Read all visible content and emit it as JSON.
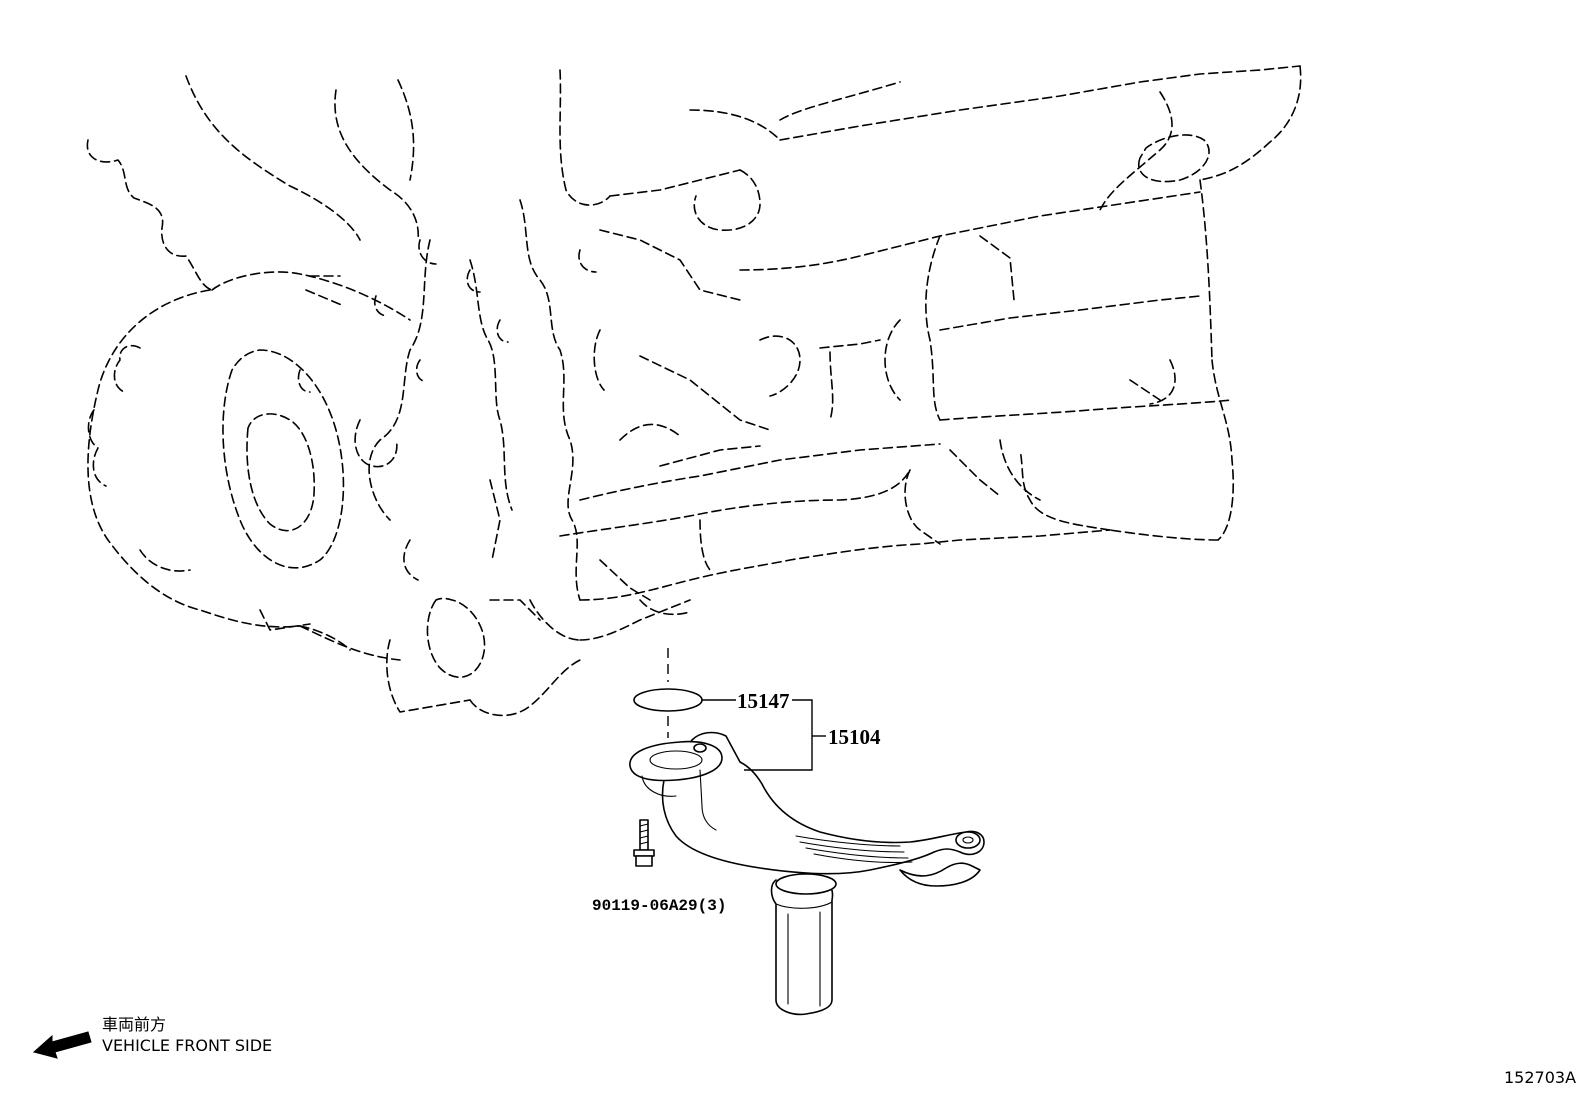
{
  "diagram": {
    "parts": [
      {
        "id": "oil-strainer-gasket",
        "number": "15147"
      },
      {
        "id": "oil-strainer-assembly",
        "number": "15104"
      },
      {
        "id": "bolt",
        "number": "90119-06A29(3)"
      }
    ],
    "legend": {
      "japanese": "車両前方",
      "english": "VEHICLE FRONT SIDE"
    },
    "figure_code": "152703A"
  }
}
